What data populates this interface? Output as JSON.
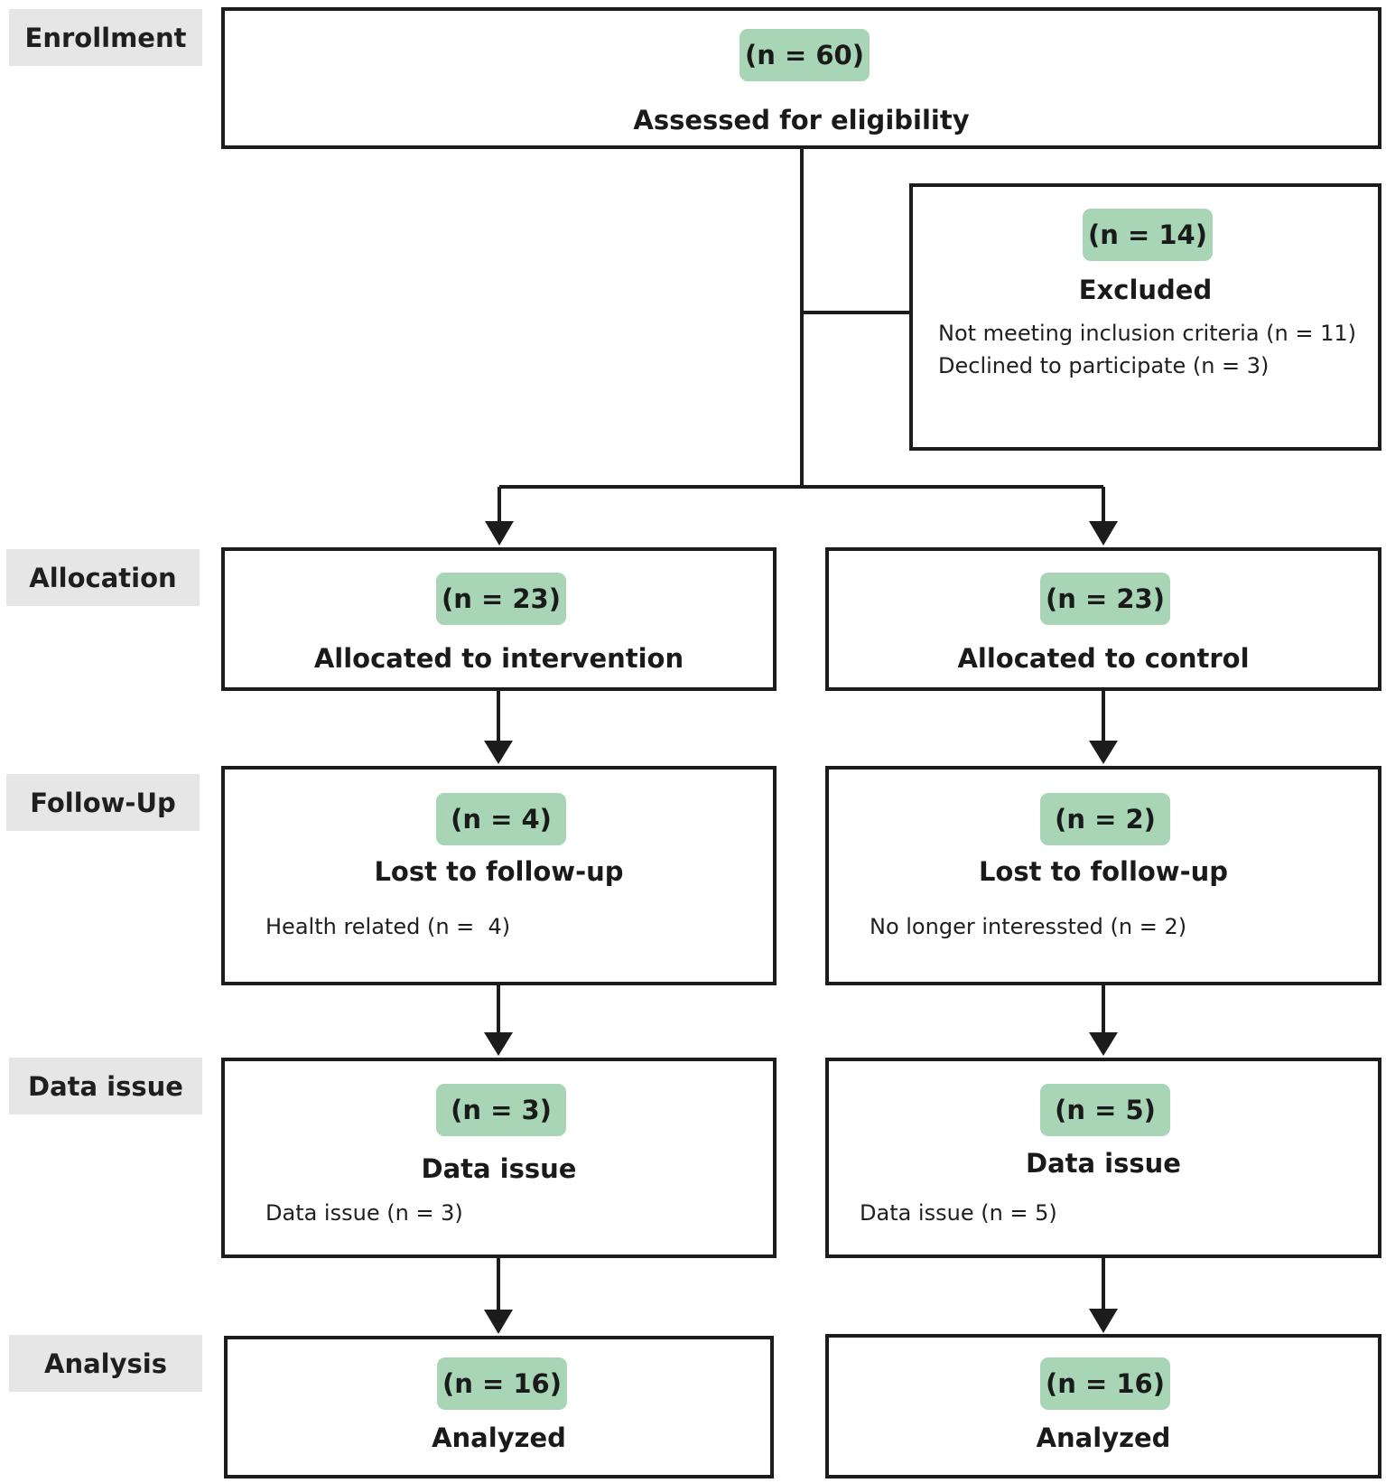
{
  "phases": {
    "enrollment": "Enrollment",
    "allocation": "Allocation",
    "follow_up": "Follow-Up",
    "data_issue": "Data issue",
    "analysis": "Analysis"
  },
  "assessed": {
    "count": "(n = 60)",
    "title": "Assessed for eligibility"
  },
  "excluded": {
    "count": "(n = 14)",
    "title": "Excluded",
    "reasons": [
      "Not meeting inclusion criteria (n = 11)",
      "Declined to participate (n = 3)"
    ]
  },
  "intervention": {
    "allocation": {
      "count": "(n = 23)",
      "title": "Allocated to intervention"
    },
    "follow_up": {
      "count": "(n = 4)",
      "title": "Lost to follow-up",
      "detail": "Health related (n =  4)"
    },
    "data_issue": {
      "count": "(n = 3)",
      "title": "Data issue",
      "detail": "Data issue (n = 3)"
    },
    "analysis": {
      "count": "(n = 16)",
      "title": "Analyzed"
    }
  },
  "control": {
    "allocation": {
      "count": "(n = 23)",
      "title": "Allocated to control"
    },
    "follow_up": {
      "count": "(n = 2)",
      "title": "Lost to follow-up",
      "detail": "No longer interessted (n = 2)"
    },
    "data_issue": {
      "count": "(n = 5)",
      "title": "Data issue",
      "detail": "Data issue (n = 5)"
    },
    "analysis": {
      "count": "(n = 16)",
      "title": "Analyzed"
    }
  },
  "colors": {
    "count_pill": "#a8d5b5",
    "phase_label_bg": "#e6e6e6",
    "border": "#1c1c1c"
  }
}
